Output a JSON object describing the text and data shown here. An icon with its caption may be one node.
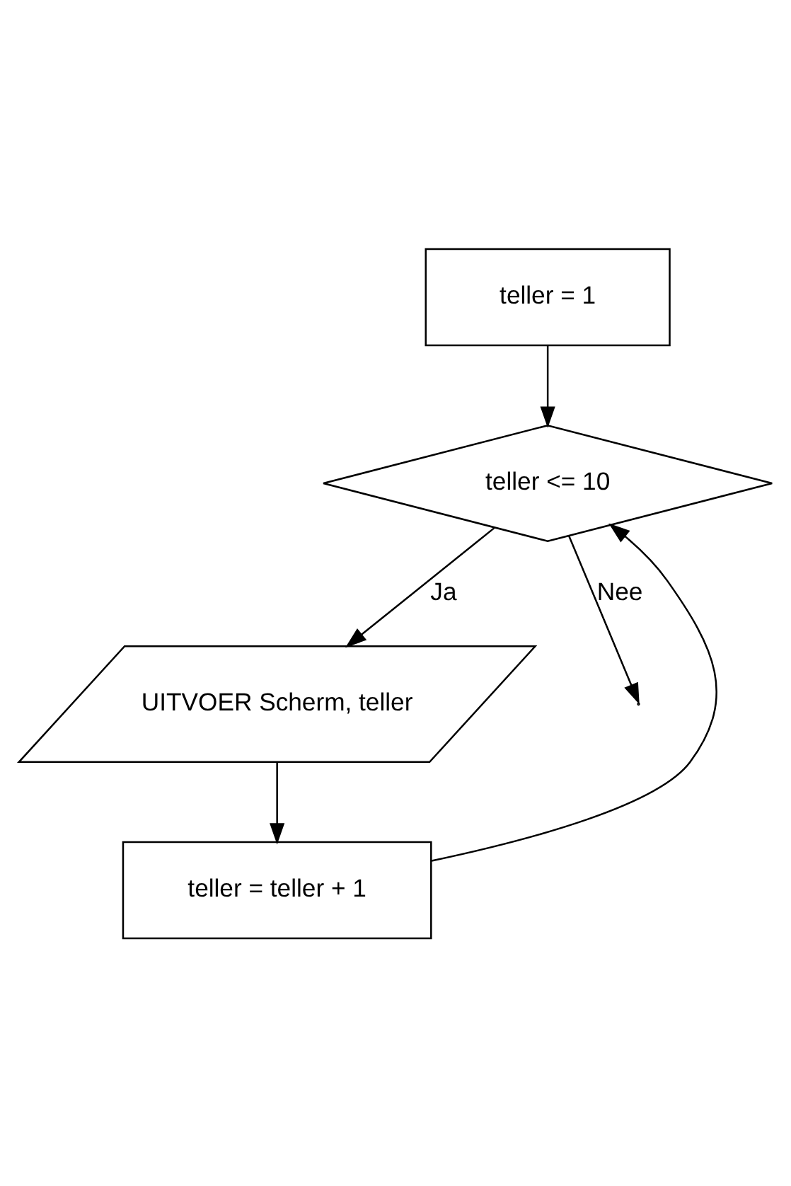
{
  "diagram": {
    "nodes": [
      {
        "text": [
          "teller = 1"
        ]
      },
      {
        "text": [
          "teller <= 10"
        ]
      },
      {
        "text": [
          "UITVOER Scherm, teller"
        ]
      },
      {
        "text": [
          "teller = teller + 1"
        ]
      }
    ],
    "edges": [
      {
        "from": 0,
        "to": 1,
        "arrow": "to"
      },
      {
        "from": 1,
        "to": 2,
        "arrow": "to",
        "label": "Ja"
      },
      {
        "from": 2,
        "to": 3,
        "arrow": "to"
      },
      {
        "from": 3,
        "to": 1,
        "arrow": "to"
      },
      {
        "from": 1,
        "to": null,
        "arrow": "to",
        "label": "Nee"
      }
    ]
  }
}
